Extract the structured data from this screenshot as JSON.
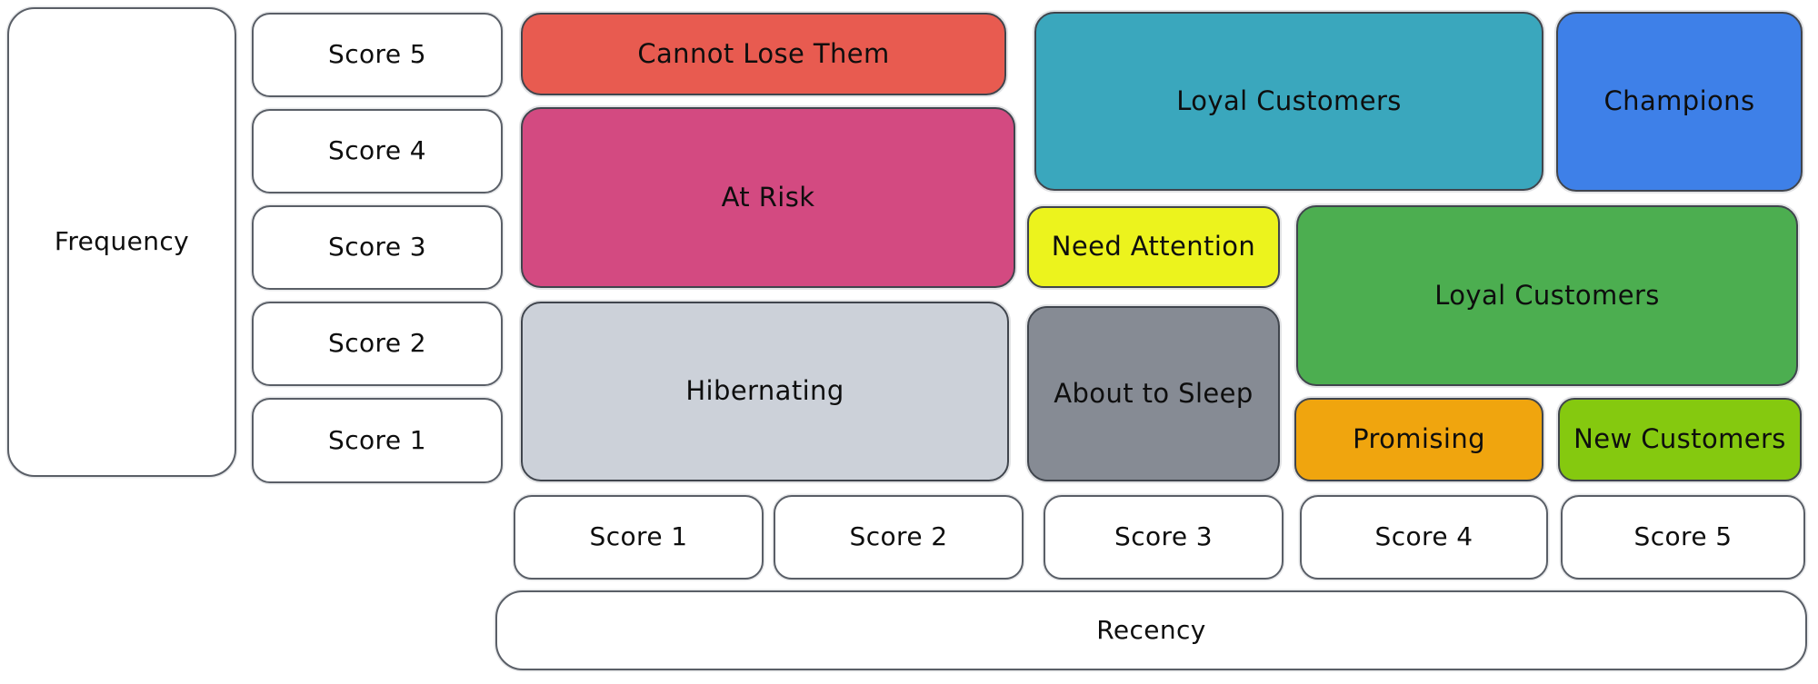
{
  "axes": {
    "frequency_label": "Frequency",
    "recency_label": "Recency",
    "frequency_scores": [
      "Score 5",
      "Score 4",
      "Score 3",
      "Score 2",
      "Score 1"
    ],
    "recency_scores": [
      "Score 1",
      "Score 2",
      "Score 3",
      "Score 4",
      "Score 5"
    ]
  },
  "segments": [
    {
      "label": "Cannot Lose Them",
      "color": "#e85b50",
      "recency_scores": "1-2",
      "frequency_scores": "5"
    },
    {
      "label": "At Risk",
      "color": "#d34a81",
      "recency_scores": "1-2",
      "frequency_scores": "3-4"
    },
    {
      "label": "Hibernating",
      "color": "#ccd1d9",
      "recency_scores": "1-2",
      "frequency_scores": "1-2"
    },
    {
      "label": "Loyal Customers",
      "color": "#3aa7bd",
      "recency_scores": "3-4",
      "frequency_scores": "4-5"
    },
    {
      "label": "Champions",
      "color": "#3e80e8",
      "recency_scores": "5",
      "frequency_scores": "4-5"
    },
    {
      "label": "Need Attention",
      "color": "#ecf31d",
      "recency_scores": "3",
      "frequency_scores": "3"
    },
    {
      "label": "About to Sleep",
      "color": "#868b94",
      "recency_scores": "3",
      "frequency_scores": "1-2"
    },
    {
      "label": "Loyal Customers",
      "color": "#4cae50",
      "recency_scores": "4-5",
      "frequency_scores": "2-3"
    },
    {
      "label": "Promising",
      "color": "#f0a50e",
      "recency_scores": "4",
      "frequency_scores": "1"
    },
    {
      "label": "New Customers",
      "color": "#85c90f",
      "recency_scores": "5",
      "frequency_scores": "1"
    }
  ],
  "colors": {
    "background": "#ffffff",
    "shape_border": "#40454d",
    "white_box_border": "#5a5f67",
    "text": "#0e0e0e"
  }
}
